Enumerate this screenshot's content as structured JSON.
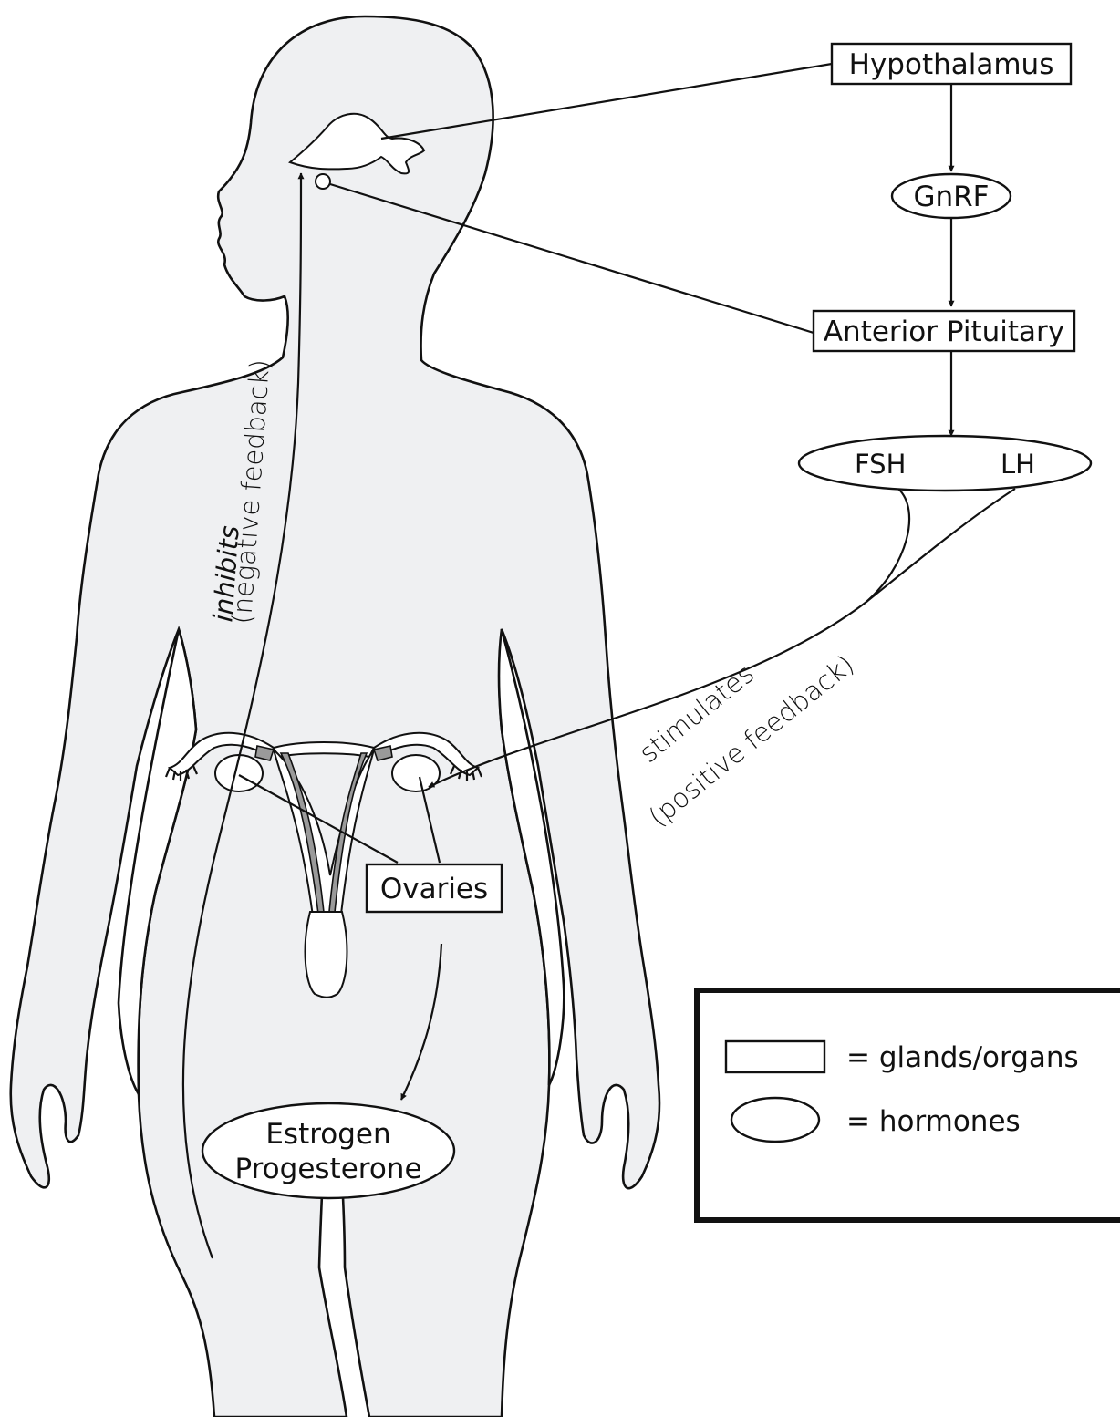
{
  "nodes": {
    "hypothalamus": "Hypothalamus",
    "gnrf": "GnRF",
    "anterior_pituitary": "Anterior Pituitary",
    "fsh": "FSH",
    "lh": "LH",
    "ovaries": "Ovaries",
    "estrogen": "Estrogen",
    "progesterone": "Progesterone"
  },
  "edges": {
    "negative_line1": "inhibits",
    "negative_line2": "(negative  feedback)",
    "positive_line1": "stimulates",
    "positive_line2": "(positive feedback)"
  },
  "legend": {
    "glands_label": "= glands/organs",
    "hormones_label": "= hormones"
  },
  "colors": {
    "body_fill": "#eff0f2",
    "stroke": "#111111"
  }
}
